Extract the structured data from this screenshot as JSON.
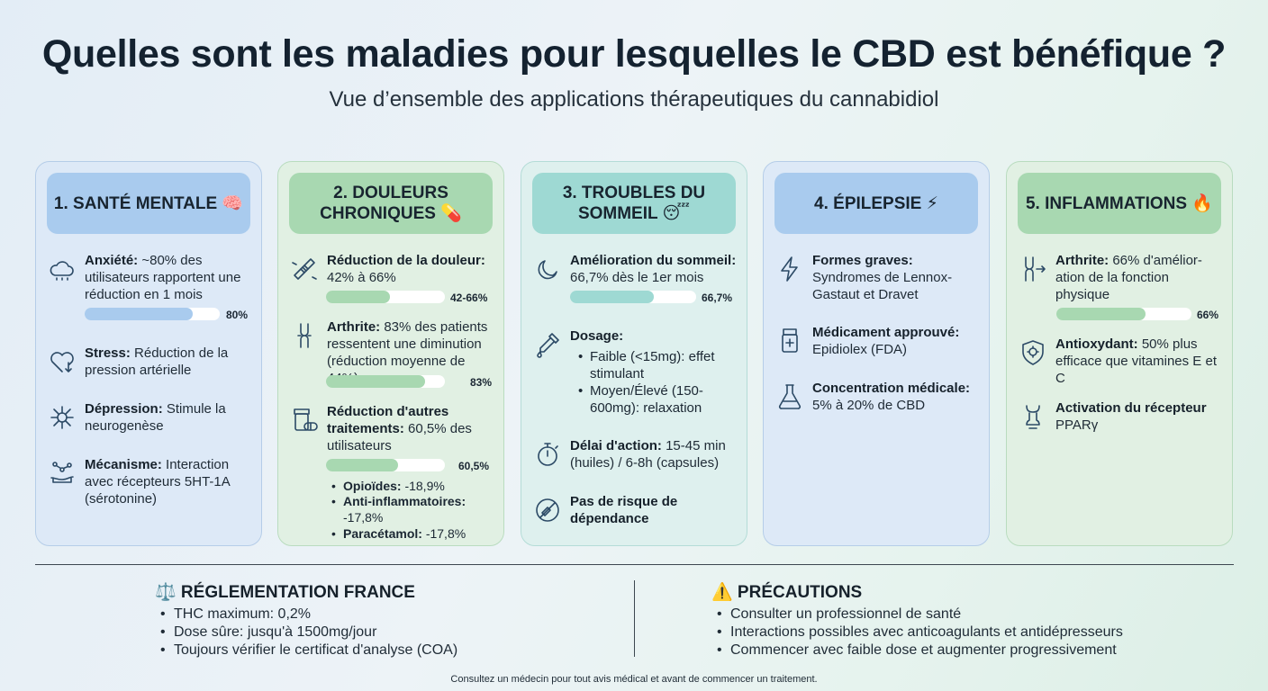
{
  "title": "Quelles sont les maladies pour lesquelles le CBD est bénéfique ?",
  "subtitle": "Vue d’ensemble des applications thérapeutiques du cannabidiol",
  "colors": {
    "blue": "#a9cbee",
    "green": "#a8d8b1",
    "teal": "#9ed9d3"
  },
  "cards": [
    {
      "header": "1. SANTÉ MENTALE 🧠",
      "items": [
        {
          "icon": "cloud-icon",
          "label": "Anxiété:",
          "text": " ~80% des utilisateurs rapportent une réduction en 1 mois",
          "bar_percent": 80,
          "bar_label": "80%"
        },
        {
          "icon": "heart-down-icon",
          "label": "Stress:",
          "text": " Réduction de la pression artérielle"
        },
        {
          "icon": "neuron-icon",
          "label": "Dépression:",
          "text": " Stimule la neurogenèse"
        },
        {
          "icon": "molecule-hand-icon",
          "label": "Mécanisme:",
          "text": " Interaction avec récepteurs 5HT-1A (sérotonine)"
        }
      ]
    },
    {
      "header": "2. DOULEURS CHRONIQUES 💊",
      "items": [
        {
          "icon": "bandage-icon",
          "label": "Réduction de la douleur:",
          "text": " 42% à 66%",
          "bar_percent": 54,
          "bar_label": "42-66%"
        },
        {
          "icon": "joint-icon",
          "label": "Arthrite:",
          "text": " 83% des patients ressentent une diminution (réduction moyenne de 44%)",
          "bar_percent": 83,
          "bar_label": "83%"
        },
        {
          "icon": "pill-bottle-icon",
          "label": "Réduction d'autres traitements:",
          "text": " 60,5% des utilisateurs",
          "bar_percent": 60.5,
          "bar_label": "60,5%"
        }
      ],
      "sub_items": [
        {
          "label": "Opioïdes:",
          "text": " -18,9%"
        },
        {
          "label": "Anti-inflammatoires:",
          "text": " -17,8%"
        },
        {
          "label": "Paracétamol:",
          "text": " -17,8%"
        }
      ]
    },
    {
      "header": "3. TROUBLES DU SOMMEIL 😴",
      "items": [
        {
          "icon": "moon-icon",
          "label": "Amélioration du sommeil:",
          "text": " 66,7% dès le 1er mois",
          "bar_percent": 66.7,
          "bar_label": "66,7%"
        },
        {
          "icon": "dropper-icon",
          "label": "Dosage:",
          "text": ""
        },
        {
          "icon": "stopwatch-icon",
          "label": "Délai d'action:",
          "text": " 15-45 min (huiles) / 6-8h (capsules)"
        },
        {
          "icon": "no-addiction-icon",
          "label": "Pas de risque de dépendance",
          "text": ""
        }
      ],
      "sub_items": [
        {
          "label": "",
          "text": "Faible (<15mg): effet stimulant"
        },
        {
          "label": "",
          "text": "Moyen/Élevé (150-600mg): relaxation"
        }
      ]
    },
    {
      "header": "4. ÉPILEPSIE ⚡",
      "items": [
        {
          "icon": "lightning-icon",
          "label": "Formes graves:",
          "text": " Syndromes de Lennox-Gastaut et Dravet"
        },
        {
          "icon": "medicine-bottle-icon",
          "label": "Médicament approuvé:",
          "text": " Epidiolex (FDA)"
        },
        {
          "icon": "flask-icon",
          "label": "Concentration médicale:",
          "text": " 5% à 20% de CBD"
        }
      ]
    },
    {
      "header": "5. INFLAMMATIONS 🔥",
      "items": [
        {
          "icon": "knee-joint-icon",
          "label": "Arthrite:",
          "text": " 66% d'amélior-ation de la fonction physique",
          "bar_percent": 66,
          "bar_label": "66%"
        },
        {
          "icon": "shield-icon",
          "label": "Antioxydant:",
          "text": " 50% plus efficace que vitamines E et C"
        },
        {
          "icon": "receptor-icon",
          "label": "Activation du récepteur",
          "text": " PPARγ"
        }
      ]
    }
  ],
  "regulation": {
    "icon": "scales-icon",
    "heading": "⚖️ RÉGLEMENTATION FRANCE",
    "items": [
      "THC maximum: 0,2%",
      "Dose sûre: jusqu'à 1500mg/jour",
      "Toujours vérifier le certificat d'analyse (COA)"
    ]
  },
  "precautions": {
    "icon": "warning-icon",
    "heading": "⚠️ PRÉCAUTIONS",
    "items": [
      "Consulter un professionnel de santé",
      "Interactions possibles avec anticoagulants et antidépresseurs",
      "Commencer avec faible dose et augmenter progressivement"
    ]
  },
  "footer": "Consultez un médecin pour tout avis médical et avant de commencer un traitement."
}
